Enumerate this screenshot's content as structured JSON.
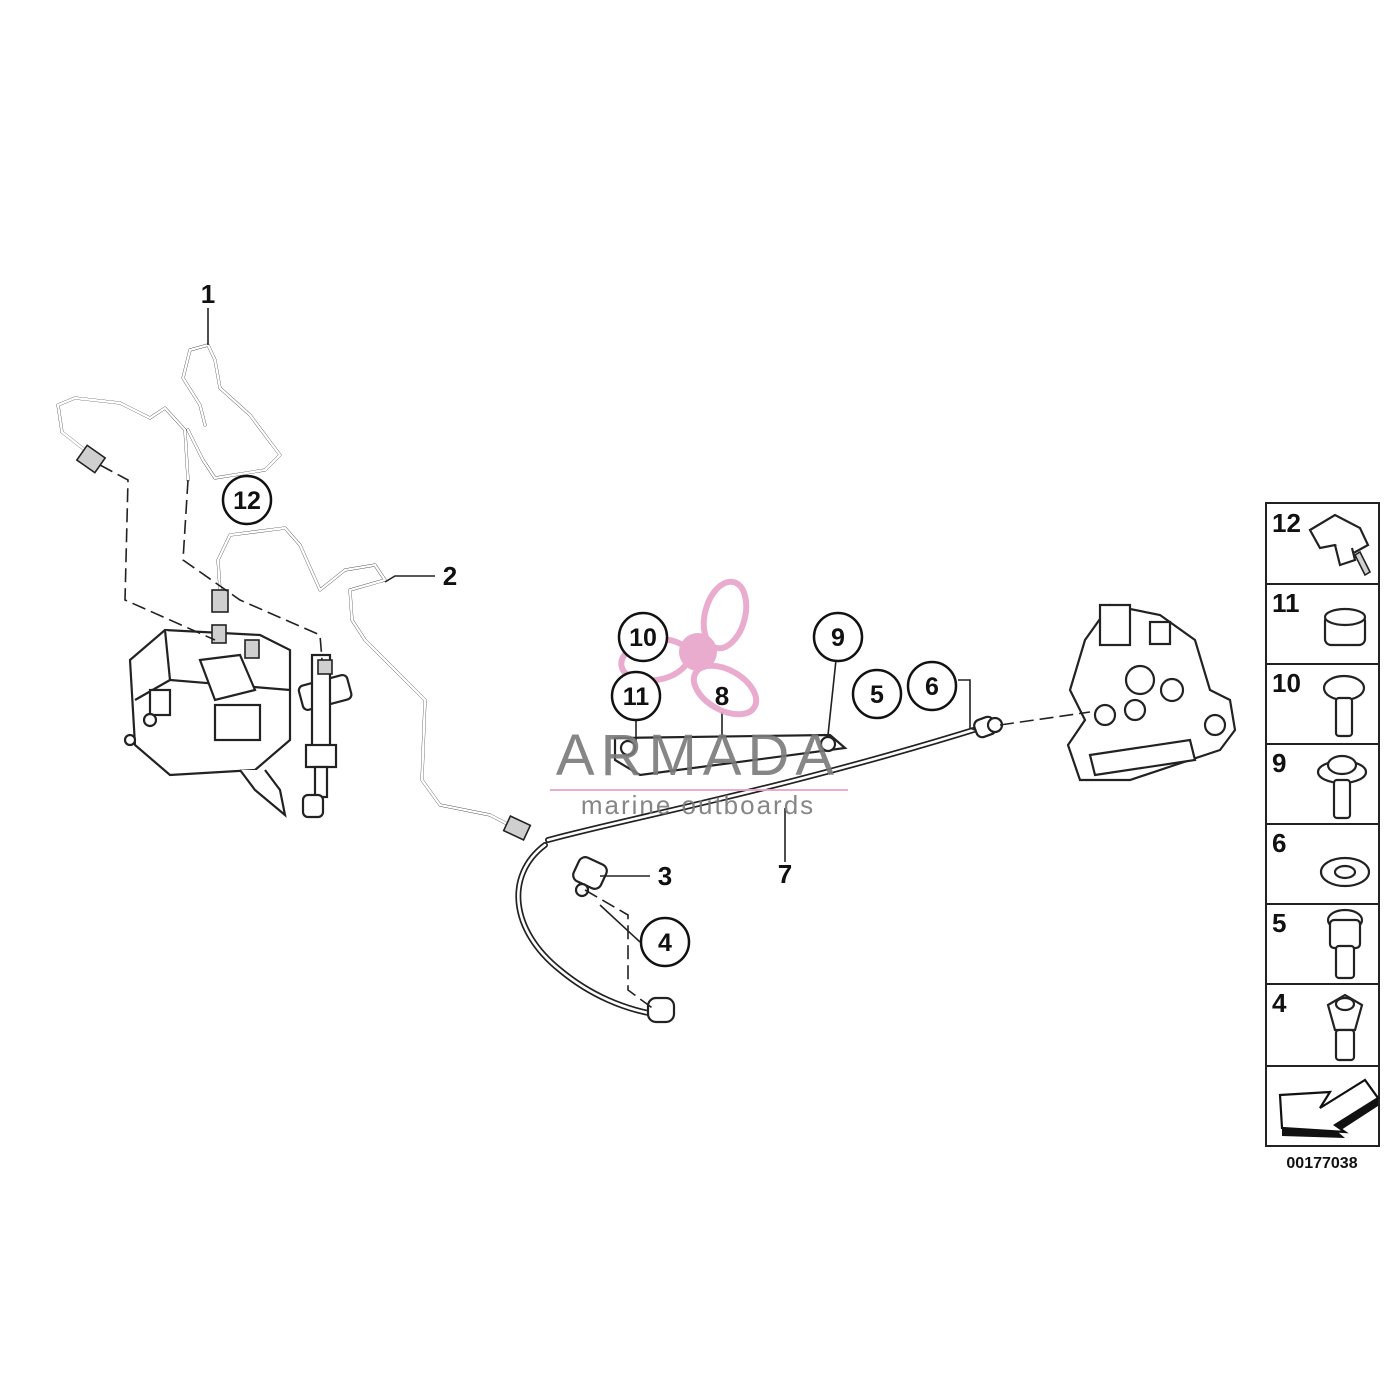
{
  "callouts": {
    "c1": "1",
    "c2": "2",
    "c3": "3",
    "c4": "4",
    "c5": "5",
    "c6": "6",
    "c7": "7",
    "c8": "8",
    "c9": "9",
    "c10": "10",
    "c11": "11",
    "c12": "12"
  },
  "legend": {
    "items": [
      "12",
      "11",
      "10",
      "9",
      "6",
      "5",
      "4"
    ],
    "arrow_icon": "arrow-left-down-icon"
  },
  "diagram_number": "00177038",
  "watermark": {
    "brand": "ARMADA",
    "tagline": "marine outboards",
    "logo_color": "#e7a4c9",
    "logo_icon": "propeller-icon"
  }
}
